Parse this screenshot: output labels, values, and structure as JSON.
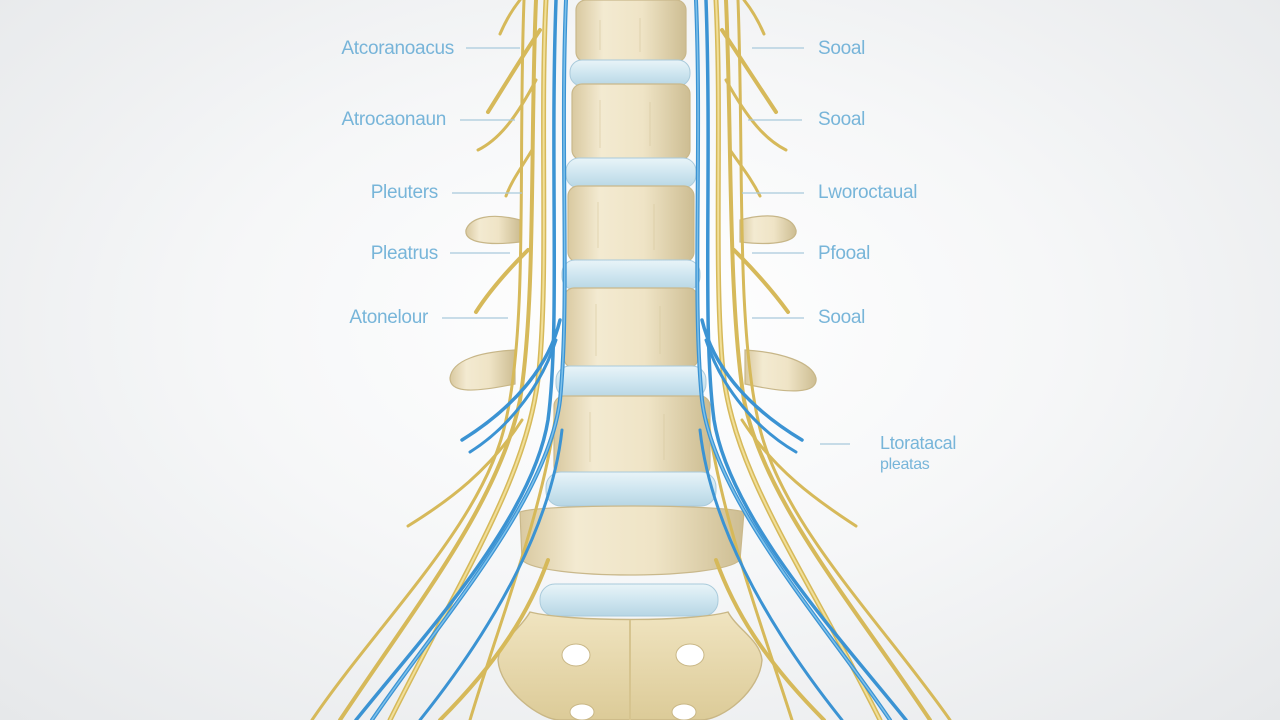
{
  "colors": {
    "label_text": "#6aaed6",
    "leader_line": "#a9c9dc",
    "nerve_blue": "#3b93d3",
    "nerve_blue_light": "#7cc0ea",
    "nerve_yellow": "#d6b95a",
    "nerve_yellow_light": "#f1df99",
    "bone": "#efe4c6",
    "bone_shadow": "#cdbd92",
    "disc": "#cfe6f0"
  },
  "labels": {
    "left": [
      {
        "text": "Atcoranoacus"
      },
      {
        "text": "Atrocaonaun"
      },
      {
        "text": "Pleuters"
      },
      {
        "text": "Pleatrus"
      },
      {
        "text": "Atonelour"
      }
    ],
    "right": [
      {
        "text": "Sooal"
      },
      {
        "text": "Sooal"
      },
      {
        "text": "Lworoctaual"
      },
      {
        "text": "Pfooal"
      },
      {
        "text": "Sooal"
      }
    ],
    "lower_right": {
      "line1": "Ltoratacal",
      "line2": "pleatas"
    }
  },
  "icons": {
    "spine": "lumbar-spine-illustration",
    "nerves": "spinal-nerves-illustration",
    "sacrum": "sacrum-illustration"
  }
}
